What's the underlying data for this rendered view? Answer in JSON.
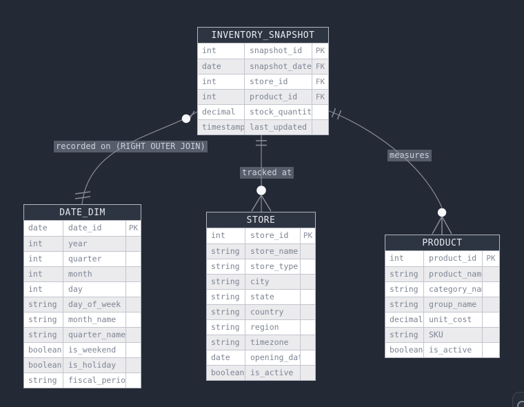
{
  "diagram": {
    "colors": {
      "canvas_background": "#242936",
      "table_header_background": "#2e3542",
      "table_header_text": "#e7eaf0",
      "row_alt_background": "#ebebee",
      "cell_text": "#7d8492",
      "wire": "#878c96",
      "label_background": "#565d6b",
      "label_text": "#ced3db"
    },
    "tables": [
      {
        "name": "INVENTORY_SNAPSHOT",
        "columns": [
          {
            "type": "int",
            "name": "snapshot_id",
            "key": "PK"
          },
          {
            "type": "date",
            "name": "snapshot_date",
            "key": "FK"
          },
          {
            "type": "int",
            "name": "store_id",
            "key": "FK"
          },
          {
            "type": "int",
            "name": "product_id",
            "key": "FK"
          },
          {
            "type": "decimal",
            "name": "stock_quantity",
            "key": ""
          },
          {
            "type": "timestamp",
            "name": "last_updated",
            "key": ""
          }
        ]
      },
      {
        "name": "DATE_DIM",
        "columns": [
          {
            "type": "date",
            "name": "date_id",
            "key": "PK"
          },
          {
            "type": "int",
            "name": "year",
            "key": ""
          },
          {
            "type": "int",
            "name": "quarter",
            "key": ""
          },
          {
            "type": "int",
            "name": "month",
            "key": ""
          },
          {
            "type": "int",
            "name": "day",
            "key": ""
          },
          {
            "type": "string",
            "name": "day_of_week",
            "key": ""
          },
          {
            "type": "string",
            "name": "month_name",
            "key": ""
          },
          {
            "type": "string",
            "name": "quarter_name",
            "key": ""
          },
          {
            "type": "boolean",
            "name": "is_weekend",
            "key": ""
          },
          {
            "type": "boolean",
            "name": "is_holiday",
            "key": ""
          },
          {
            "type": "string",
            "name": "fiscal_period",
            "key": ""
          }
        ]
      },
      {
        "name": "STORE",
        "columns": [
          {
            "type": "int",
            "name": "store_id",
            "key": "PK"
          },
          {
            "type": "string",
            "name": "store_name",
            "key": ""
          },
          {
            "type": "string",
            "name": "store_type",
            "key": ""
          },
          {
            "type": "string",
            "name": "city",
            "key": ""
          },
          {
            "type": "string",
            "name": "state",
            "key": ""
          },
          {
            "type": "string",
            "name": "country",
            "key": ""
          },
          {
            "type": "string",
            "name": "region",
            "key": ""
          },
          {
            "type": "string",
            "name": "timezone",
            "key": ""
          },
          {
            "type": "date",
            "name": "opening_date",
            "key": ""
          },
          {
            "type": "boolean",
            "name": "is_active",
            "key": ""
          }
        ]
      },
      {
        "name": "PRODUCT",
        "columns": [
          {
            "type": "int",
            "name": "product_id",
            "key": "PK"
          },
          {
            "type": "string",
            "name": "product_name",
            "key": ""
          },
          {
            "type": "string",
            "name": "category_name",
            "key": ""
          },
          {
            "type": "string",
            "name": "group_name",
            "key": ""
          },
          {
            "type": "decimal",
            "name": "unit_cost",
            "key": ""
          },
          {
            "type": "string",
            "name": "SKU",
            "key": ""
          },
          {
            "type": "boolean",
            "name": "is_active",
            "key": ""
          }
        ]
      }
    ],
    "relationships": [
      {
        "label": "recorded on (RIGHT OUTER JOIN)",
        "from": "INVENTORY_SNAPSHOT",
        "to": "DATE_DIM",
        "from_symbol": "zero-or-one",
        "to_symbol": "exactly-one"
      },
      {
        "label": "tracked at",
        "from": "INVENTORY_SNAPSHOT",
        "to": "STORE",
        "from_symbol": "exactly-one",
        "to_symbol": "zero-or-many"
      },
      {
        "label": "measures",
        "from": "INVENTORY_SNAPSHOT",
        "to": "PRODUCT",
        "from_symbol": "exactly-one",
        "to_symbol": "zero-or-many"
      }
    ]
  }
}
